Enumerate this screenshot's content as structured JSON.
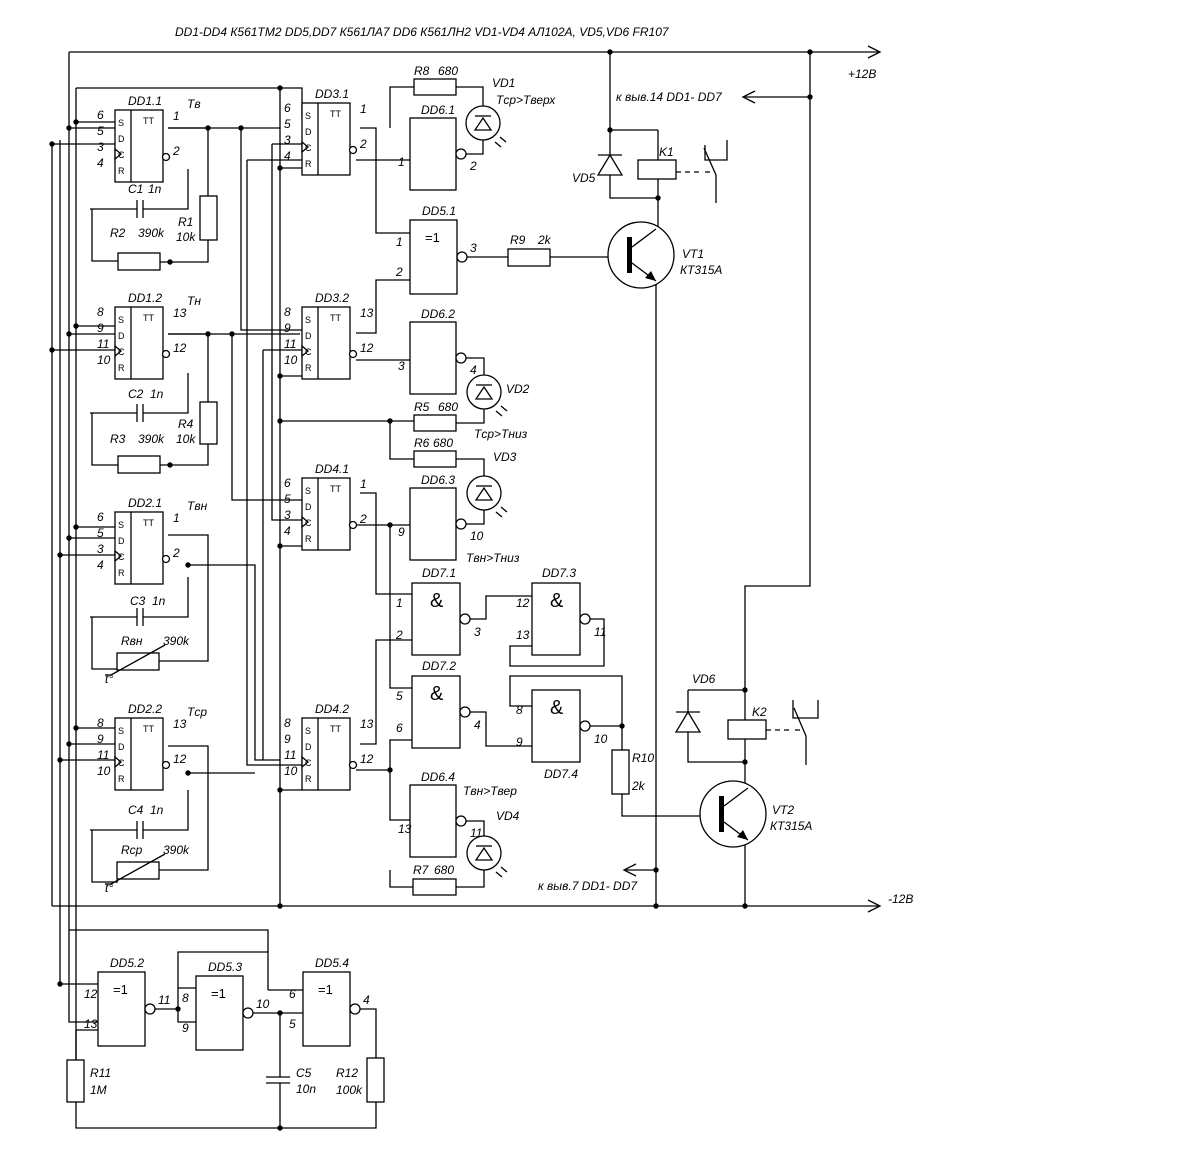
{
  "header": "DD1-DD4 К561ТМ2 DD5,DD7 К561ЛА7  DD6 К561ЛН2 VD1-VD4 АЛ102А, VD5,VD6 FR107",
  "rails": {
    "pos": "+12В",
    "neg": "-12В"
  },
  "notes": {
    "pin14": "к выв.14 DD1- DD7",
    "pin7": "к выв.7 DD1- DD7"
  },
  "flipflops": [
    {
      "name": "DD1.1",
      "label": "Tв",
      "pins": [
        "6",
        "5",
        "3",
        "4",
        "1",
        "2"
      ]
    },
    {
      "name": "DD1.2",
      "label": "Tн",
      "pins": [
        "8",
        "9",
        "11",
        "10",
        "13",
        "12"
      ]
    },
    {
      "name": "DD2.1",
      "label": "Tвн",
      "pins": [
        "6",
        "5",
        "3",
        "4",
        "1",
        "2"
      ]
    },
    {
      "name": "DD2.2",
      "label": "Tср",
      "pins": [
        "8",
        "9",
        "11",
        "10",
        "13",
        "12"
      ]
    },
    {
      "name": "DD3.1",
      "label": "",
      "pins": [
        "6",
        "5",
        "3",
        "4",
        "1",
        "2"
      ]
    },
    {
      "name": "DD3.2",
      "label": "",
      "pins": [
        "8",
        "9",
        "11",
        "10",
        "13",
        "12"
      ]
    },
    {
      "name": "DD4.1",
      "label": "",
      "pins": [
        "6",
        "5",
        "3",
        "4",
        "1",
        "2"
      ]
    },
    {
      "name": "DD4.2",
      "label": "",
      "pins": [
        "8",
        "9",
        "11",
        "10",
        "13",
        "12"
      ]
    }
  ],
  "ff_pin_letters": [
    "S",
    "D",
    "C",
    "R",
    "TT"
  ],
  "inverters": [
    {
      "name": "DD6.1",
      "in": "1",
      "out": "2"
    },
    {
      "name": "DD6.2",
      "in": "3",
      "out": "4"
    },
    {
      "name": "DD6.3",
      "in": "9",
      "out": "10"
    },
    {
      "name": "DD6.4",
      "in": "13",
      "out": "11"
    }
  ],
  "xor_gates": [
    {
      "name": "DD5.1",
      "sym": "=1",
      "in": [
        "1",
        "2"
      ],
      "out": "3"
    },
    {
      "name": "DD5.2",
      "sym": "=1",
      "in": [
        "12",
        "13"
      ],
      "out": "11"
    },
    {
      "name": "DD5.3",
      "sym": "=1",
      "in": [
        "8",
        "9"
      ],
      "out": "10"
    },
    {
      "name": "DD5.4",
      "sym": "=1",
      "in": [
        "6",
        "5"
      ],
      "out": "4"
    }
  ],
  "nand_gates": [
    {
      "name": "DD7.1",
      "sym": "&",
      "in": [
        "1",
        "2"
      ],
      "out": "3"
    },
    {
      "name": "DD7.2",
      "sym": "&",
      "in": [
        "5",
        "6"
      ],
      "out": "4"
    },
    {
      "name": "DD7.3",
      "sym": "&",
      "in": [
        "12",
        "13"
      ],
      "out": "11"
    },
    {
      "name": "DD7.4",
      "sym": "&",
      "in": [
        "8",
        "9"
      ],
      "out": "10"
    }
  ],
  "capacitors": [
    {
      "name": "C1",
      "value": "1n"
    },
    {
      "name": "C2",
      "value": "1n"
    },
    {
      "name": "C3",
      "value": "1n"
    },
    {
      "name": "C4",
      "value": "1n"
    },
    {
      "name": "C5",
      "value": "10n"
    }
  ],
  "resistors": [
    {
      "name": "R1",
      "value": "10k"
    },
    {
      "name": "R2",
      "value": "390k"
    },
    {
      "name": "R3",
      "value": "390k"
    },
    {
      "name": "R4",
      "value": "10k"
    },
    {
      "name": "R5",
      "value": "680"
    },
    {
      "name": "R6",
      "value": "680"
    },
    {
      "name": "R7",
      "value": "680"
    },
    {
      "name": "R8",
      "value": "680"
    },
    {
      "name": "R9",
      "value": "2k"
    },
    {
      "name": "R10",
      "value": "2k"
    },
    {
      "name": "R11",
      "value": "1M"
    },
    {
      "name": "R12",
      "value": "100k"
    },
    {
      "name": "Rвн",
      "value": "390k"
    },
    {
      "name": "Rср",
      "value": "390k"
    }
  ],
  "thermistor_mark": "t°",
  "leds": [
    {
      "name": "VD1",
      "caption": "Tср>Tверх"
    },
    {
      "name": "VD2",
      "caption": "Tср>Tниз"
    },
    {
      "name": "VD3",
      "caption": "Tвн>Tниз"
    },
    {
      "name": "VD4",
      "caption": "Tвн>Tвер"
    }
  ],
  "diodes": [
    "VD5",
    "VD6"
  ],
  "relays": [
    "K1",
    "K2"
  ],
  "transistors": [
    {
      "name": "VT1",
      "type": "КТ315А"
    },
    {
      "name": "VT2",
      "type": "КТ315А"
    }
  ]
}
